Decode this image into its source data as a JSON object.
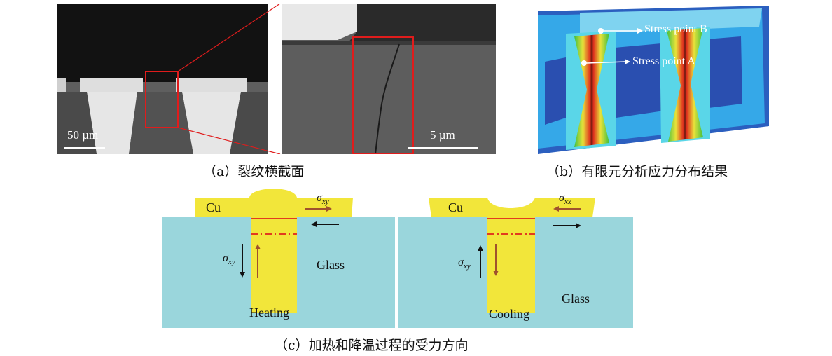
{
  "panel_a": {
    "scale_left": "50 µm",
    "scale_right": "5 µm",
    "caption": "（a）裂纹横截面"
  },
  "panel_b": {
    "label_b": "Stress point B",
    "label_a": "Stress point A",
    "caption": "（b）有限元分析应力分布结果"
  },
  "panel_c": {
    "left": {
      "metal": "Cu",
      "substrate": "Glass",
      "process": "Heating",
      "shear_sym": "σ",
      "shear_sub": "xy",
      "vert_sym": "σ",
      "vert_sub": "xy"
    },
    "right": {
      "metal": "Cu",
      "substrate": "Glass",
      "process": "Cooling",
      "shear_sym": "σ",
      "shear_sub": "xx",
      "vert_sym": "σ",
      "vert_sub": "xy"
    },
    "caption": "（c）加热和降温过程的受力方向"
  },
  "colors": {
    "copper_fill": "#f2e63a",
    "glass_fill": "#9ad6dc",
    "interface_line": "#e23b1f",
    "arrow_brown": "#a0522d"
  }
}
